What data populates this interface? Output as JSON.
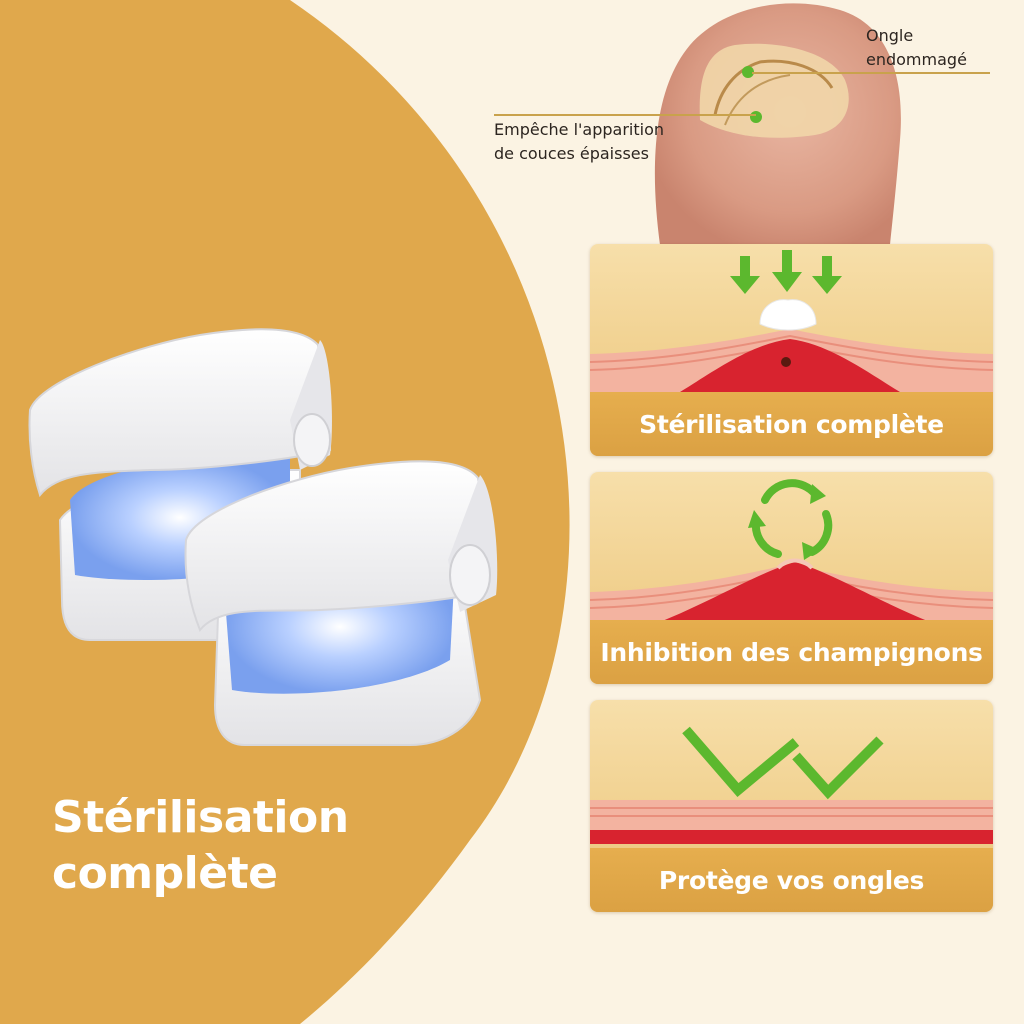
{
  "headline": {
    "line1": "Stérilisation",
    "line2": "complète"
  },
  "callouts": {
    "damaged_nail": {
      "line1": "Ongle",
      "line2": "endommagé"
    },
    "prevents": {
      "line1": "Empêche l'apparition",
      "line2": "de couces épaisses"
    }
  },
  "panels": [
    {
      "label": "Stérilisation complète",
      "icon": "arrow-down-icon"
    },
    {
      "label": "Inhibition des champignons",
      "icon": "refresh-cycle-icon"
    },
    {
      "label": "Protège vos ongles",
      "icon": "checkmark-icon"
    }
  ],
  "colors": {
    "mustard": "#e0a84c",
    "cream": "#fbf3e3",
    "green": "#5cb82e",
    "uv_blue": "#8fb4f5",
    "tissue_red": "#d8232f"
  }
}
